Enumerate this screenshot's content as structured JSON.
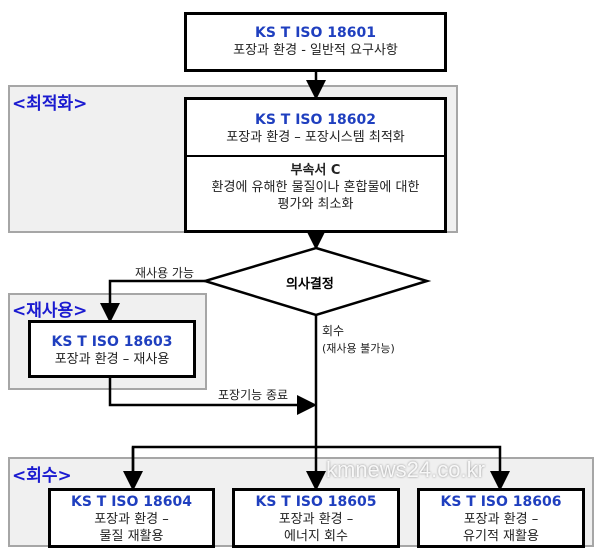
{
  "top": {
    "code": "KS T ISO 18601",
    "title": "포장과 환경 - 일반적 요구사항"
  },
  "optimization": {
    "section": "<최적화>",
    "code": "KS T ISO 18602",
    "title": "포장과 환경 – 포장시스템 최적화",
    "annex_title": "부속서 C",
    "annex_line1": "환경에 유해한 물질이나 혼합물에 대한",
    "annex_line2": "평가와 최소화"
  },
  "decision": {
    "label": "의사결정",
    "reuse_possible": "재사용 가능",
    "recovery": "회수",
    "reuse_impossible": "(재사용 불가능)",
    "end_of_function": "포장기능 종료"
  },
  "reuse": {
    "section": "<재사용>",
    "code": "KS T ISO 18603",
    "title": "포장과 환경 – 재사용"
  },
  "recovery": {
    "section": "<회수>",
    "boxes": [
      {
        "code": "KS T ISO 18604",
        "line1": "포장과 환경 –",
        "line2": "물질 재활용"
      },
      {
        "code": "KS T ISO 18605",
        "line1": "포장과 환경 –",
        "line2": "에너지 회수"
      },
      {
        "code": "KS T ISO 18606",
        "line1": "포장과 환경 –",
        "line2": "유기적 재활용"
      }
    ]
  },
  "watermark": "kmnews24.co.kr"
}
